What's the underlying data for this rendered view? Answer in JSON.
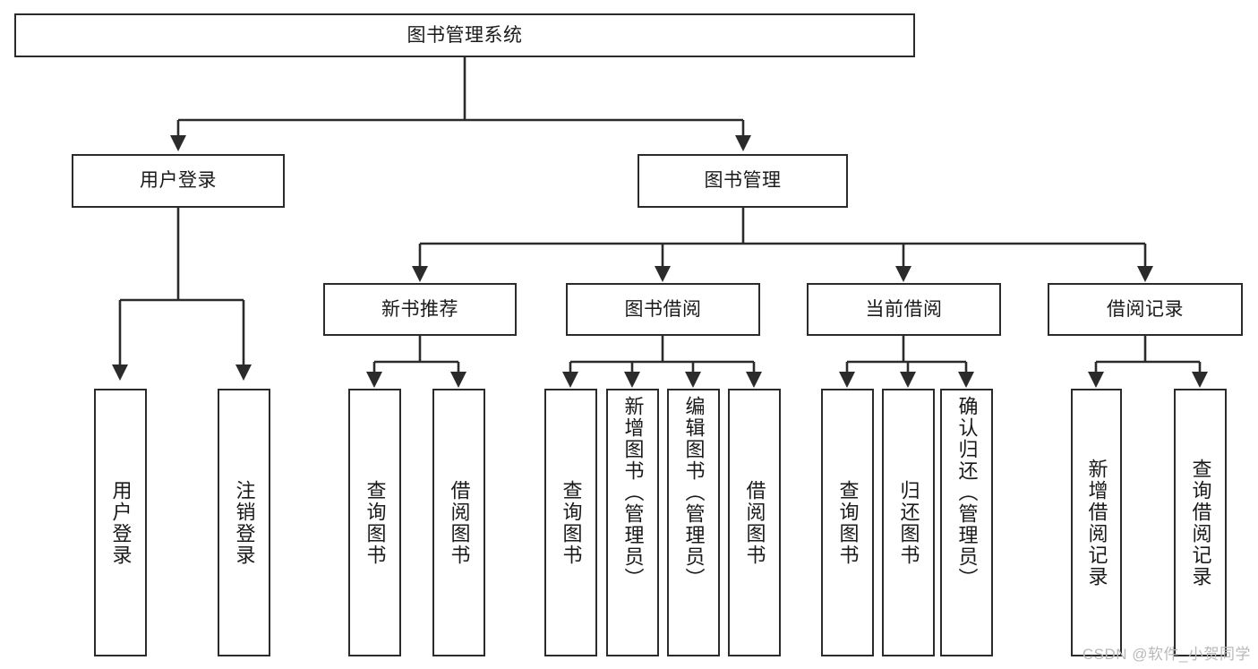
{
  "diagram": {
    "type": "tree-hierarchy",
    "title": "图书管理系统",
    "watermark": "CSDN @软件_小贺同学",
    "colors": {
      "node_border": "#2b2b2b",
      "node_fill": "#ffffff",
      "edge": "#2b2b2b",
      "text": "#1a1a1a",
      "watermark": "#b9b9b9",
      "background": "#ffffff"
    },
    "nodes": {
      "root": {
        "label": "图书管理系统"
      },
      "level2": [
        {
          "id": "user-login",
          "label": "用户登录"
        },
        {
          "id": "book-manage",
          "label": "图书管理"
        }
      ],
      "level3": [
        {
          "id": "new-book-recommend",
          "label": "新书推荐"
        },
        {
          "id": "book-borrow",
          "label": "图书借阅"
        },
        {
          "id": "current-borrow",
          "label": "当前借阅"
        },
        {
          "id": "borrow-record",
          "label": "借阅记录"
        }
      ],
      "leaves": {
        "user_login": [
          {
            "id": "leaf-user-login",
            "label": "用户登录"
          },
          {
            "id": "leaf-logout-login",
            "label": "注销登录"
          }
        ],
        "new_book_recommend": [
          {
            "id": "leaf-query-book-1",
            "label": "查询图书"
          },
          {
            "id": "leaf-borrow-book-1",
            "label": "借阅图书"
          }
        ],
        "book_borrow": [
          {
            "id": "leaf-query-book-2",
            "label": "查询图书"
          },
          {
            "id": "leaf-add-book",
            "label": "新增图书（管理员）"
          },
          {
            "id": "leaf-edit-book",
            "label": "编辑图书（管理员）"
          },
          {
            "id": "leaf-borrow-book-2",
            "label": "借阅图书"
          }
        ],
        "current_borrow": [
          {
            "id": "leaf-query-book-3",
            "label": "查询图书"
          },
          {
            "id": "leaf-return-book",
            "label": "归还图书"
          },
          {
            "id": "leaf-confirm-return",
            "label": "确认归还（管理员）"
          }
        ],
        "borrow_record": [
          {
            "id": "leaf-add-record",
            "label": "新增借阅记录"
          },
          {
            "id": "leaf-query-record",
            "label": "查询借阅记录"
          }
        ]
      }
    }
  }
}
